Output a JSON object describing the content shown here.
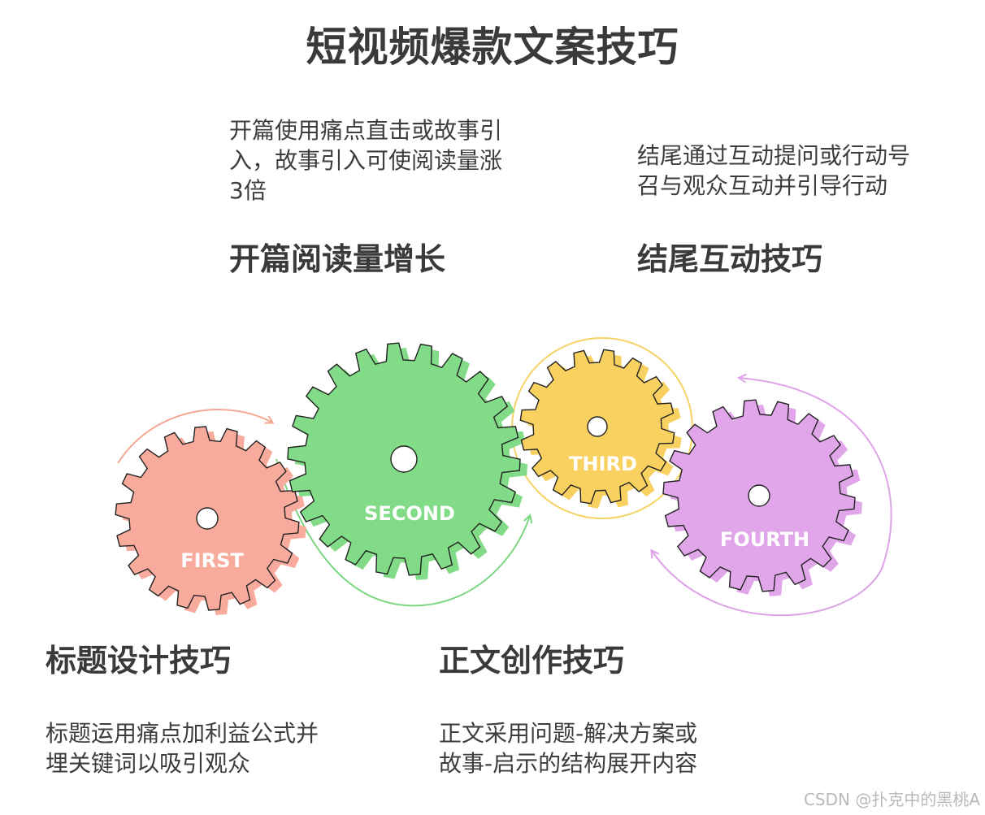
{
  "title": "短视频爆款文案技巧",
  "sections": {
    "first": {
      "gear_label": "FIRST",
      "heading": "标题设计技巧",
      "description": [
        "标题运用痛点加利益公式并",
        "埋关键词以吸引观众"
      ],
      "color": "#f8ab9c"
    },
    "second": {
      "gear_label": "SECOND",
      "heading": "开篇阅读量增长",
      "description": [
        "开篇使用痛点直击或故事引",
        "入，故事引入可使阅读量涨",
        "3倍"
      ],
      "color": "#82db86"
    },
    "third": {
      "gear_label": "THIRD",
      "heading": "正文创作技巧",
      "description": [
        "正文采用问题-解决方案或",
        "故事-启示的结构展开内容"
      ],
      "color": "#f9d160"
    },
    "fourth": {
      "gear_label": "FOURTH",
      "heading": "结尾互动技巧",
      "description": [
        "结尾通过互动提问或行动号",
        "召与观众互动并引导行动"
      ],
      "color": "#e1a6ea"
    }
  },
  "watermark": "CSDN @扑克中的黑桃A"
}
